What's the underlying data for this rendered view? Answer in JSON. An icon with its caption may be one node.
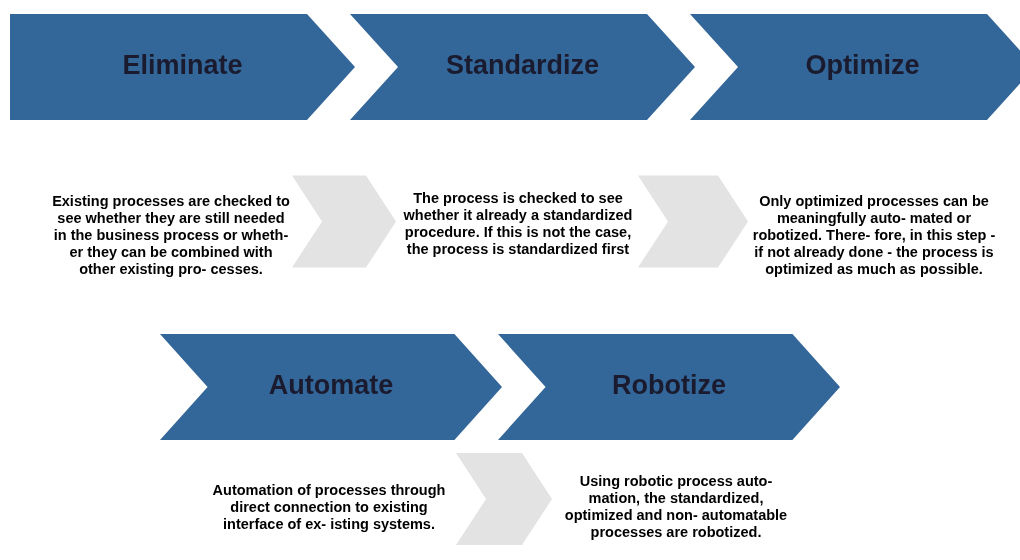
{
  "diagram": {
    "nodes": [
      {
        "text": [
          "Eliminate"
        ]
      },
      {
        "text": [
          "Standardize"
        ]
      },
      {
        "text": [
          "Optimize"
        ]
      },
      {
        "text": [
          "Automate"
        ]
      },
      {
        "text": [
          "Robotize"
        ]
      },
      {
        "text": [
          "Existing processes are checked to see whether they are still needed in the business process or wheth- er they can be combined with other existing pro- cesses."
        ]
      },
      {
        "text": [
          "The process is checked to see whether it already a standardized procedure. If this is not the case, the process is standardized first"
        ]
      },
      {
        "text": [
          "Only optimized processes can be meaningfully auto- mated or robotized. There- fore, in this step - if not already done - the process is optimized as much as possible."
        ]
      },
      {
        "text": [
          "Automation of processes through direct connection to existing interface of ex- isting systems."
        ]
      },
      {
        "text": [
          "Using robotic process auto- mation, the standardized, optimized and non- automatable processes are robotized."
        ]
      }
    ],
    "edges": [
      {
        "from": 5,
        "to": 6,
        "arrow": "to"
      },
      {
        "from": 6,
        "to": 7,
        "arrow": "to"
      },
      {
        "from": 8,
        "to": 9,
        "arrow": "to"
      }
    ]
  }
}
